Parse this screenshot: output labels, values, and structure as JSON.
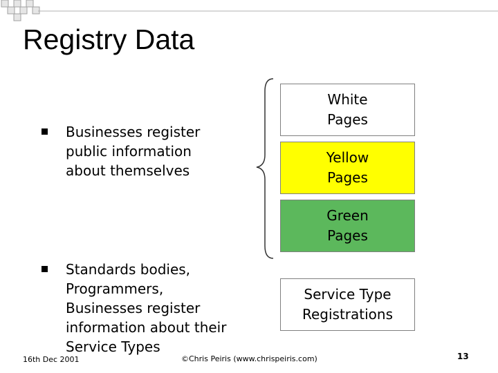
{
  "slide": {
    "title": "Registry Data",
    "bullets": [
      {
        "text": "Businesses register\npublic information\nabout themselves"
      },
      {
        "text": "Standards bodies,\nProgrammers,\nBusinesses register\ninformation about their\nService Types"
      }
    ],
    "boxes": [
      {
        "label": "White\nPages",
        "color": "#ffffff"
      },
      {
        "label": "Yellow\nPages",
        "color": "#ffff00"
      },
      {
        "label": "Green\nPages",
        "color": "#5cb85c"
      },
      {
        "label": "Service Type\nRegistrations",
        "color": "#ffffff"
      }
    ],
    "footer": {
      "date": "16th Dec 2001",
      "copyright": "©Chris Peiris (www.chrispeiris.com)",
      "page_number": "13"
    },
    "colors": {
      "decoration_square": "#e6e6e6",
      "decoration_border": "#a0a0a0"
    }
  }
}
